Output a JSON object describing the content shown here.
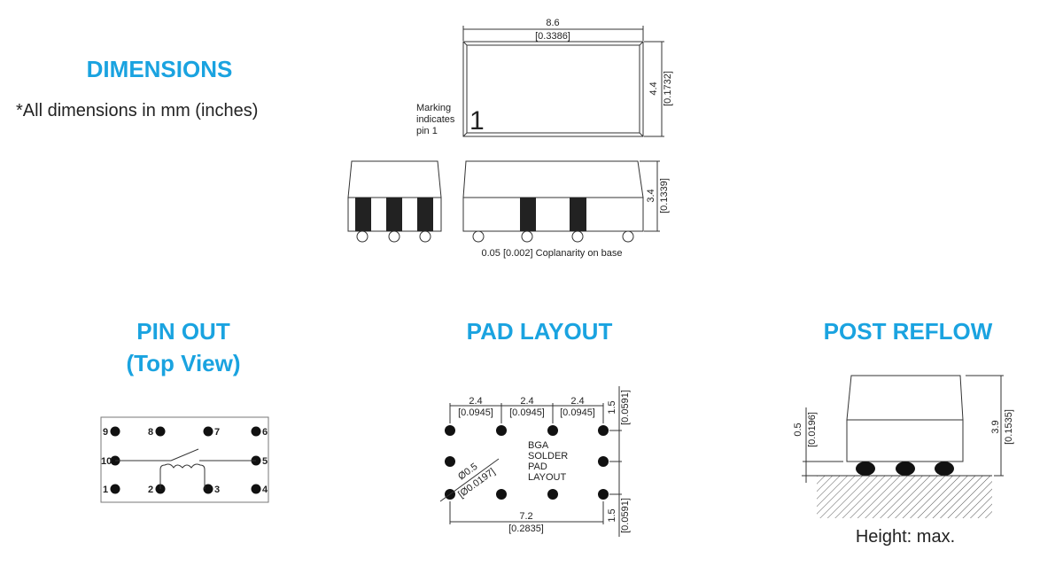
{
  "colors": {
    "accent": "#1aa3e0",
    "ink": "#222222"
  },
  "dimensions": {
    "title": "DIMENSIONS",
    "note": "*All dimensions in mm (inches)",
    "top_view": {
      "width_mm": "8.6",
      "width_in": "[0.3386]",
      "height_mm": "4.4",
      "height_in": "[0.1732]",
      "marking": [
        "Marking",
        "indicates",
        "pin 1"
      ],
      "pin1": "1"
    },
    "side_view": {
      "height_mm": "3.4",
      "height_in": "[0.1339]",
      "coplanarity": "0.05 [0.002] Coplanarity on base"
    }
  },
  "pinout": {
    "title_line1": "PIN OUT",
    "title_line2": "(Top View)",
    "pins": [
      "9",
      "8",
      "7",
      "6",
      "10",
      "5",
      "1",
      "2",
      "3",
      "4"
    ]
  },
  "pad_layout": {
    "title": "PAD LAYOUT",
    "pitch_mm": "2.4",
    "pitch_in": "[0.0945]",
    "edge_mm": "1.5",
    "edge_in": "[0.0591]",
    "span_mm": "7.2",
    "span_in": "[0.2835]",
    "dia_mm": "Ø0.5",
    "dia_in": "[Ø0.0197]",
    "label": [
      "BGA",
      "SOLDER",
      "PAD",
      "LAYOUT"
    ]
  },
  "post_reflow": {
    "title": "POST REFLOW",
    "height_mm": "3.9",
    "height_in": "[0.1535]",
    "standoff_mm": "0.5",
    "standoff_in": "[0.0196]",
    "caption": "Height: max."
  }
}
